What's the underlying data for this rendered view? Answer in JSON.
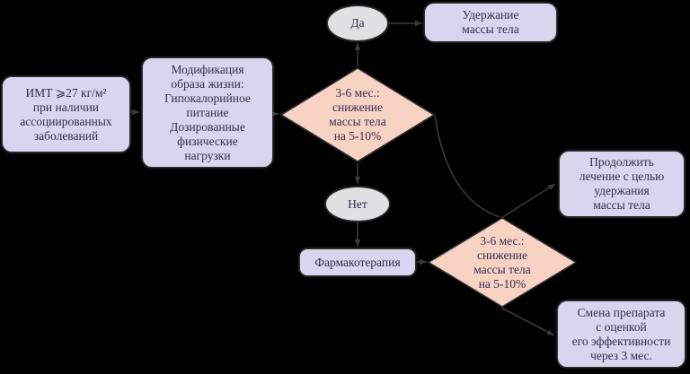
{
  "colors": {
    "background": "#000000",
    "process_fill": "#d8d5ee",
    "decision_fill": "#f8d3c3",
    "terminal_fill": "#e1e0e3",
    "outline": "#2f2f2f",
    "text": "#332d4f",
    "arrow": "#3a3a3a"
  },
  "nodes": {
    "bmi": {
      "label": "ИМТ ⩾27 кг/м²\nпри наличии\nассоциированных\nзаболеваний"
    },
    "lifestyle": {
      "label": "Модификация\nобраза жизни:\nГипокалорийное\nпитание\nДозированные\nфизические\nнагрузки"
    },
    "decision1": {
      "label": "3-6 мес.:\nснижение\nмассы тела\nна 5-10%"
    },
    "yes": {
      "label": "Да"
    },
    "no": {
      "label": "Нет"
    },
    "maintain": {
      "label": "Удержание\nмассы тела"
    },
    "pharmacotherapy": {
      "label": "Фармакотерапия"
    },
    "decision2": {
      "label": "3-6 мес.:\nснижение\nмассы тела\nна 5-10%"
    },
    "continue_treatment": {
      "label": "Продолжить\nлечение с целью\nудержания\nмассы тела"
    },
    "change_drug": {
      "label": "Смена препарата\nс оценкой\nего эффективности\nчерез 3 мес."
    }
  }
}
